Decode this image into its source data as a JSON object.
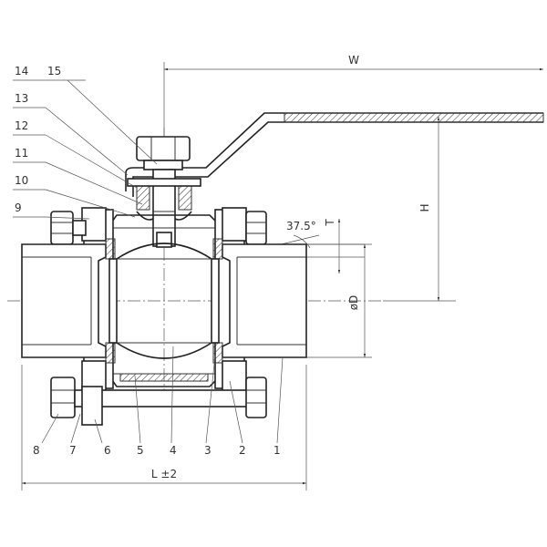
{
  "dimensions": {
    "width": "W",
    "height": "H",
    "angle": "37.5°",
    "thickness": "T",
    "bore": "ød",
    "outer": "øD",
    "length": "L ±2"
  },
  "part_numbers": {
    "top": [
      "14",
      "15",
      "13",
      "12",
      "11",
      "10",
      "9"
    ],
    "bottom": [
      "8",
      "7",
      "6",
      "5",
      "4",
      "3",
      "2",
      "1"
    ]
  }
}
